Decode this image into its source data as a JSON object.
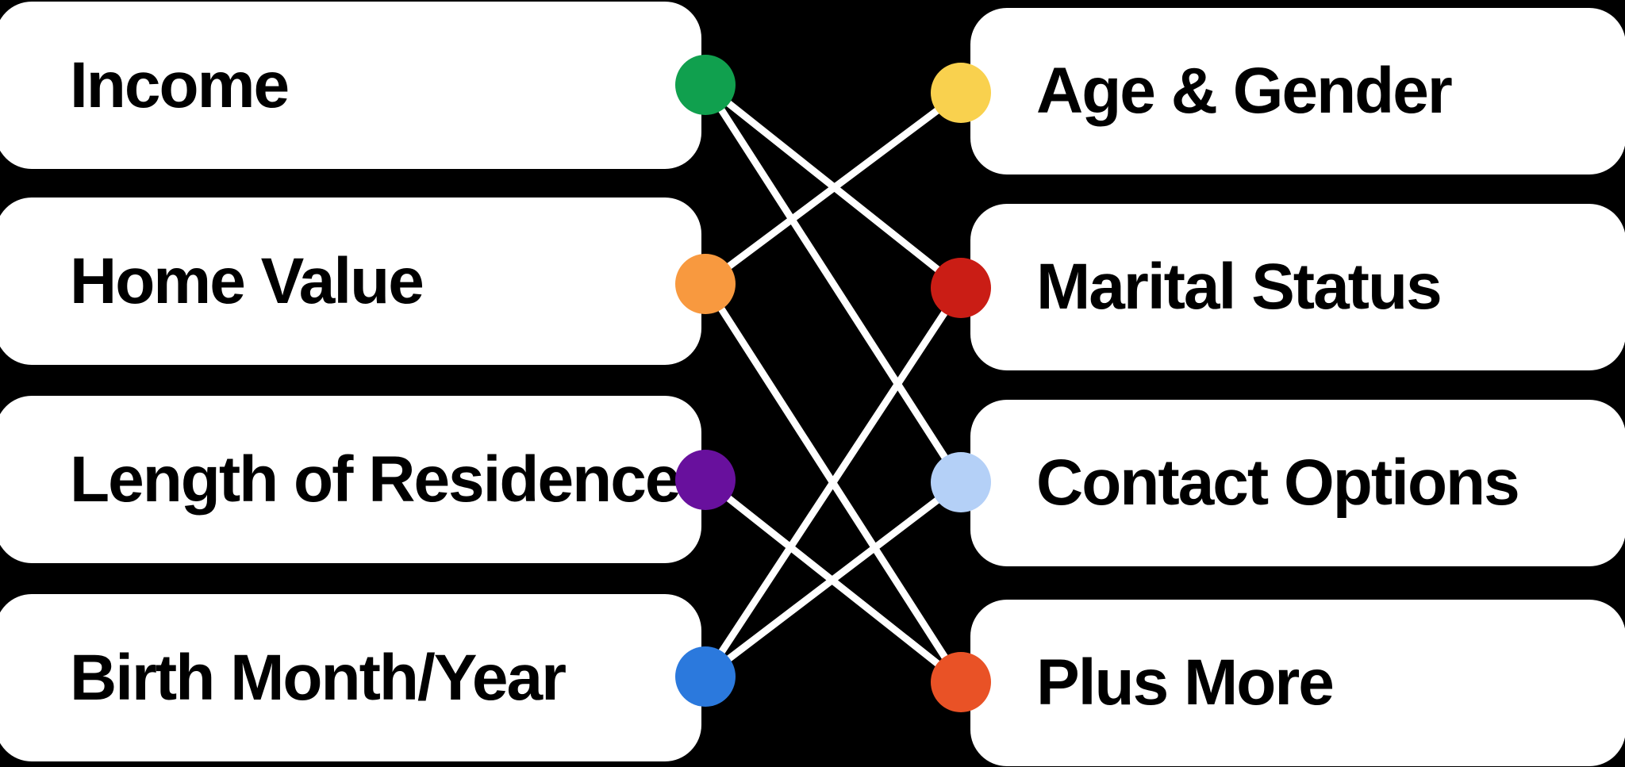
{
  "background": "#000000",
  "card_fill": "#ffffff",
  "label_color": "#000000",
  "left_column": {
    "items": [
      {
        "id": "income",
        "label": "Income",
        "dot_color": "#10A04E"
      },
      {
        "id": "home-value",
        "label": "Home Value",
        "dot_color": "#F8993F"
      },
      {
        "id": "length-of-residence",
        "label": "Length of Residence",
        "dot_color": "#68109D"
      },
      {
        "id": "birth-month-year",
        "label": "Birth Month/Year",
        "dot_color": "#2B79DD"
      }
    ]
  },
  "right_column": {
    "items": [
      {
        "id": "age-gender",
        "label": "Age & Gender",
        "dot_color": "#F9D14E"
      },
      {
        "id": "marital-status",
        "label": "Marital Status",
        "dot_color": "#CA1D15"
      },
      {
        "id": "contact-options",
        "label": "Contact Options",
        "dot_color": "#B4D0F7"
      },
      {
        "id": "plus-more",
        "label": "Plus More",
        "dot_color": "#E95226"
      }
    ]
  },
  "connections": {
    "line_color": "#ffffff",
    "pairs": [
      [
        "income",
        "marital-status"
      ],
      [
        "income",
        "contact-options"
      ],
      [
        "home-value",
        "age-gender"
      ],
      [
        "home-value",
        "plus-more"
      ],
      [
        "length-of-residence",
        "plus-more"
      ],
      [
        "birth-month-year",
        "marital-status"
      ],
      [
        "birth-month-year",
        "contact-options"
      ]
    ]
  }
}
